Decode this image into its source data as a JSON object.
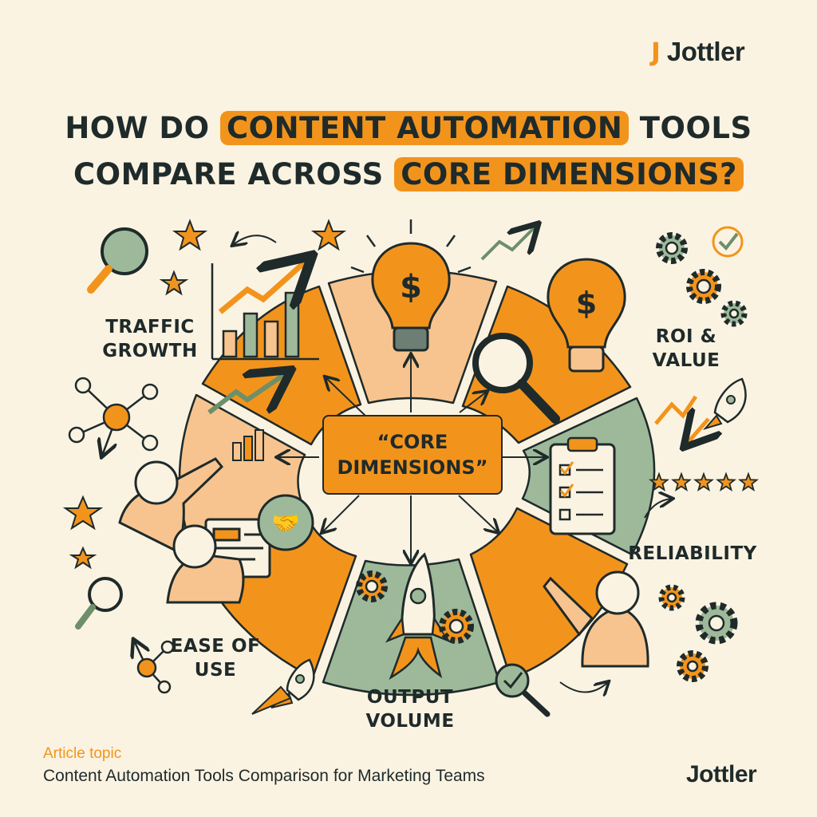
{
  "brand": {
    "name": "Jottler",
    "mark": "J"
  },
  "title": {
    "part1": "HOW DO ",
    "highlight1": "CONTENT AUTOMATION",
    "part2": " TOOLS",
    "part3": "COMPARE ACROSS ",
    "highlight2": "CORE DIMENSIONS?"
  },
  "center": {
    "line1": "“CORE",
    "line2": "DIMENSIONS”"
  },
  "dimensions": [
    {
      "line1": "TRAFFIC",
      "line2": "GROWTH"
    },
    {
      "line1": "ROI &",
      "line2": "VALUE"
    },
    {
      "line1": "RELIABILITY",
      "line2": ""
    },
    {
      "line1": "EASE OF",
      "line2": "USE"
    },
    {
      "line1": "OUTPUT",
      "line2": "VOLUME"
    }
  ],
  "icons": {
    "currency": "$",
    "stars_count": 5
  },
  "colors": {
    "orange": "#f2941c",
    "peach": "#f7c48f",
    "sage": "#9db99a",
    "ink": "#1f2a2a",
    "background": "#fbf3e2"
  },
  "footer": {
    "label": "Article topic",
    "topic": "Content Automation Tools Comparison for Marketing Teams",
    "brand": "Jottler"
  }
}
